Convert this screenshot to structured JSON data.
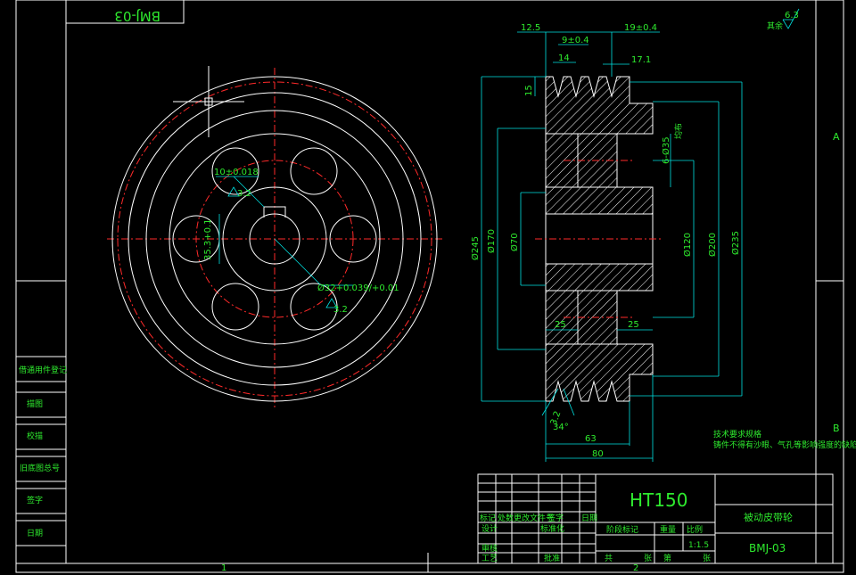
{
  "title_block": {
    "material": "HT150",
    "part_name": "被动皮带轮",
    "drawing_number": "BMJ-03",
    "mirrored_number": "BMJ-03",
    "scale": "1:1.5",
    "sheet_col_1": "1",
    "sheet_col_2": "2",
    "row_a": "A",
    "row_b": "B",
    "small_headers": [
      "标记",
      "处数",
      "更改文件号",
      "签字",
      "日期"
    ],
    "small_rows": [
      "设计",
      "标准化",
      "审核",
      "工艺",
      "批准"
    ],
    "info_labels": [
      "阶段标记",
      "重量",
      "比例"
    ],
    "sheet_labels": [
      "共",
      "张",
      "第",
      "张"
    ]
  },
  "left_strip": {
    "labels": [
      "借通用件登记",
      "描图",
      "校描",
      "旧底图总号",
      "签字",
      "日期"
    ]
  },
  "surface_finish": {
    "label": "其余",
    "value": "6.3"
  },
  "dimensions_front": {
    "keyway_width": "10±0.018",
    "keyway_depth": "35.3+0.1",
    "bore": "Ø32+0.039/+0.01",
    "rough_a": "3.2",
    "rough_b": "3.2"
  },
  "dimensions_section": {
    "top": [
      "12.5",
      "19±0.4",
      "9±0.4",
      "14",
      "17.1",
      "15"
    ],
    "holes": "6-Ø35",
    "holes_note": "均布",
    "diameters": [
      "Ø245",
      "Ø170",
      "Ø70",
      "Ø120",
      "Ø200",
      "Ø235"
    ],
    "web": [
      "25",
      "25"
    ],
    "bottom": [
      "63",
      "80"
    ],
    "angle": "34°",
    "rough": "3.2"
  },
  "notes": {
    "title": "技术要求规格",
    "body": "铸件不得有沙眼、气孔等影响强度的缺陷，锐边倒角。"
  }
}
